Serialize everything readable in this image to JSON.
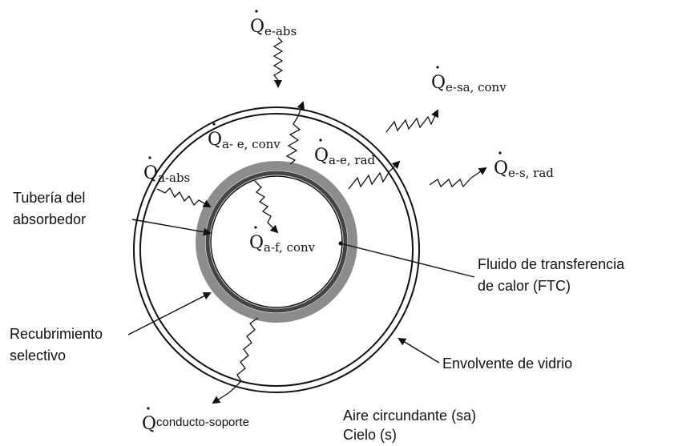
{
  "heat_flows": {
    "e_abs": {
      "symbol": "Q",
      "sub": "e-abs"
    },
    "e_sa_conv": {
      "symbol": "Q",
      "sub": "e-sa, conv"
    },
    "a_e_conv": {
      "symbol": "Q",
      "sub": "a- e, conv"
    },
    "a_e_rad": {
      "symbol": "Q",
      "sub": "a-e, rad"
    },
    "e_s_rad": {
      "symbol": "Q",
      "sub": "e-s, rad"
    },
    "a_abs": {
      "symbol": "Q",
      "sub": "a-abs"
    },
    "a_f_conv": {
      "symbol": "Q",
      "sub": "a-f, conv"
    },
    "conducto_soporte": {
      "symbol": "Q",
      "sub": "conducto-soporte"
    }
  },
  "labels": {
    "tuberia_line1": "Tubería del",
    "tuberia_line2": "absorbedor",
    "fluido_line1": "Fluido de transferencia",
    "fluido_line2": "de calor (FTC)",
    "recubrimiento_line1": "Recubrimiento",
    "recubrimiento_line2": "selectivo",
    "envolvente": "Envolvente de vidrio",
    "aire": "Aire circundante (sa)",
    "cielo": "Cielo (s)"
  }
}
